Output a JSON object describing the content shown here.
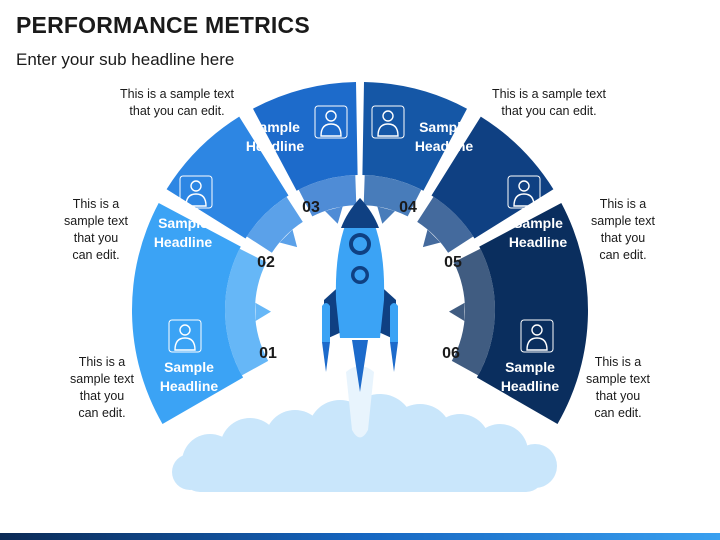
{
  "title": "PERFORMANCE METRICS",
  "subtitle": "Enter your sub headline here",
  "colors": [
    "#3ba3f5",
    "#2d86e3",
    "#1d6bcb",
    "#1557a6",
    "#0f4082",
    "#0a2e5e"
  ],
  "segments": [
    {
      "number": "01",
      "headline_line1": "Sample",
      "headline_line2": "Headline",
      "icon": "people-gears-icon",
      "note": [
        "This is a",
        "sample text",
        "that you",
        "can edit."
      ]
    },
    {
      "number": "02",
      "headline_line1": "Sample",
      "headline_line2": "Headline",
      "icon": "presenter-board-icon",
      "note": [
        "This is a",
        "sample text",
        "that you",
        "can edit."
      ]
    },
    {
      "number": "03",
      "headline_line1": "Sample",
      "headline_line2": "Headline",
      "icon": "team-network-icon",
      "note": [
        "This is a sample text",
        "that you can edit."
      ]
    },
    {
      "number": "04",
      "headline_line1": "Sample",
      "headline_line2": "Headline",
      "icon": "rocket-person-icon",
      "note": [
        "This is a sample text",
        "that you can edit."
      ]
    },
    {
      "number": "05",
      "headline_line1": "Sample",
      "headline_line2": "Headline",
      "icon": "cloud-monitors-icon",
      "note": [
        "This is a",
        "sample text",
        "that you",
        "can edit."
      ]
    },
    {
      "number": "06",
      "headline_line1": "Sample",
      "headline_line2": "Headline",
      "icon": "user-network-icon",
      "note": [
        "This is a",
        "sample text",
        "that you",
        "can edit."
      ]
    }
  ]
}
